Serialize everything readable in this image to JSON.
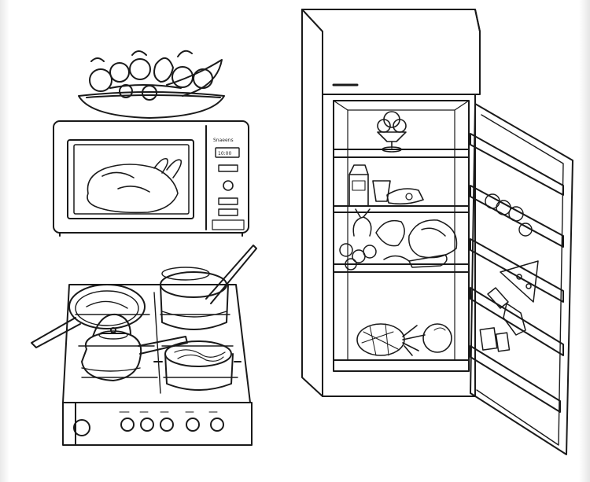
{
  "microwave": {
    "brand_text": "Snaeens",
    "clock_text": "10:00"
  },
  "colors": {
    "ink": "#1a1a1a",
    "paper": "#ffffff",
    "edge_gray": "#e8e8e8"
  },
  "objects": [
    "fruit-bowl",
    "microwave",
    "roast-chicken",
    "stove",
    "frying-pan",
    "kettle",
    "cooking-pot",
    "spaghetti-pot",
    "refrigerator",
    "ice-cream-cup",
    "milk-carton",
    "vegetables",
    "pineapple",
    "melon",
    "pizza-slice",
    "bottles"
  ]
}
